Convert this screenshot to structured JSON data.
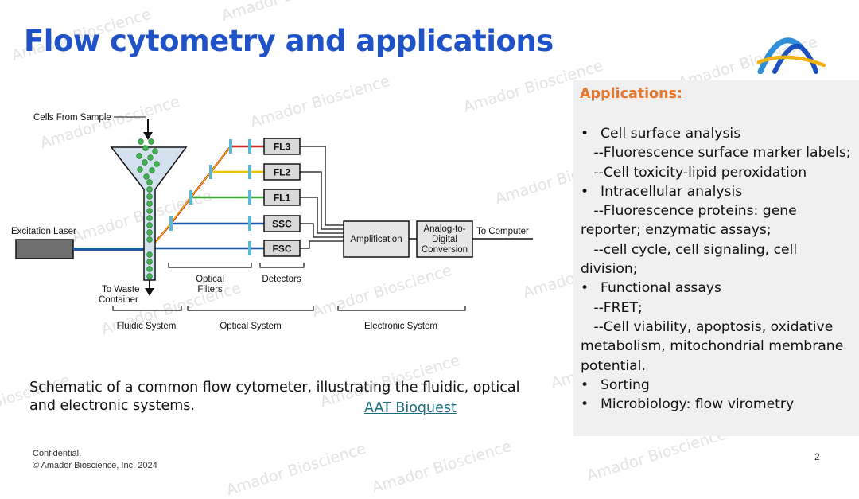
{
  "slide": {
    "title": "Flow cytometry and applications",
    "page_number": "2",
    "confidential": "Confidential.",
    "copyright": "© Amador Bioscience, Inc. 2024",
    "watermark_text": "Amador Bioscience"
  },
  "diagram": {
    "cells_from_sample": "Cells From Sample",
    "excitation_laser": "Excitation Laser",
    "to_waste_line1": "To Waste",
    "to_waste_line2": "Container",
    "optical_filters_line1": "Optical",
    "optical_filters_line2": "Filters",
    "detectors": "Detectors",
    "fluidic_system": "Fluidic System",
    "optical_system": "Optical System",
    "electronic_system": "Electronic System",
    "amplification": "Amplification",
    "adc_line1": "Analog-to-",
    "adc_line2": "Digital",
    "adc_line3": "Conversion",
    "to_computer": "To Computer",
    "detector_boxes": [
      "FL3",
      "FL2",
      "FL1",
      "SSC",
      "FSC"
    ],
    "channel_colors": [
      "#c62828",
      "#f2c200",
      "#3aa832",
      "#1f5aa6",
      "#1f5aa6"
    ]
  },
  "caption": {
    "line1": "Schematic of a common flow cytometer, illustrating the fluidic, optical",
    "line2": "and electronic systems.",
    "source_link": "AAT Bioquest"
  },
  "applications": {
    "heading": "Applications:",
    "items": [
      {
        "kind": "bullet",
        "text": "Cell surface analysis"
      },
      {
        "kind": "sub",
        "text": "   --Fluorescence surface marker labels;"
      },
      {
        "kind": "sub",
        "text": "   --Cell toxicity-lipid peroxidation"
      },
      {
        "kind": "bullet",
        "text": "Intracellular analysis"
      },
      {
        "kind": "sub",
        "text": "   --Fluorescence proteins: gene reporter; enzymatic assays;"
      },
      {
        "kind": "sub",
        "text": "   --cell cycle, cell signaling, cell division;"
      },
      {
        "kind": "bullet",
        "text": "Functional assays"
      },
      {
        "kind": "sub",
        "text": "   --FRET;"
      },
      {
        "kind": "sub",
        "text": "   --Cell viability, apoptosis, oxidative metabolism, mitochondrial membrane potential."
      },
      {
        "kind": "bullet",
        "text": "Sorting"
      },
      {
        "kind": "bullet",
        "text": "Microbiology: flow virometry"
      }
    ]
  },
  "colors": {
    "title": "#1f52c6",
    "applications_heading": "#e5772f",
    "link": "#1a6d7e",
    "panel_bg": "#f0f0f0",
    "cell_green": "#3fb34f",
    "filter": "#5bb8d0"
  }
}
